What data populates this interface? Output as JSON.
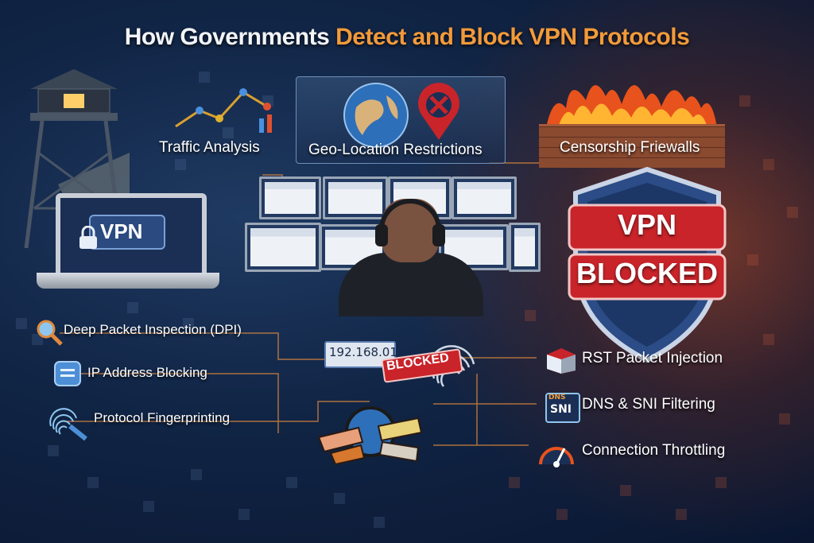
{
  "title": {
    "part1": "How Governments ",
    "part2": "Detect and Block VPN Protocols"
  },
  "top_labels": {
    "traffic_analysis": "Traffic Analysis",
    "geo_location": "Geo-Location Restrictions",
    "censorship_firewalls": "Censorship Friewalls"
  },
  "laptop": {
    "screen_text": "VPN"
  },
  "shield": {
    "line1": "VPN",
    "line2": "BLOCKED"
  },
  "left_list": [
    {
      "label": "Deep Packet Inspection (DPI)",
      "icon": "magnifier-icon"
    },
    {
      "label": "IP Address Blocking",
      "icon": "server-icon"
    },
    {
      "label": "Protocol Fingerprinting",
      "icon": "fingerprint-icon"
    }
  ],
  "right_list": [
    {
      "label": "RST Packet Injection",
      "icon": "packet-icon"
    },
    {
      "label": "DNS & SNI Filtering",
      "icon": "dns-sni-icon"
    },
    {
      "label": "Connection Throttling",
      "icon": "speedometer-icon"
    }
  ],
  "center": {
    "ip_address": "192.168.01",
    "blocked_tag": "BLOCKED"
  },
  "icon_badges": {
    "dns": "DNS",
    "sni": "SNI"
  },
  "colors": {
    "accent_orange": "#f29a3a",
    "block_red": "#c8242a",
    "shield_blue": "#2b4c86",
    "bg_navy": "#102444"
  }
}
